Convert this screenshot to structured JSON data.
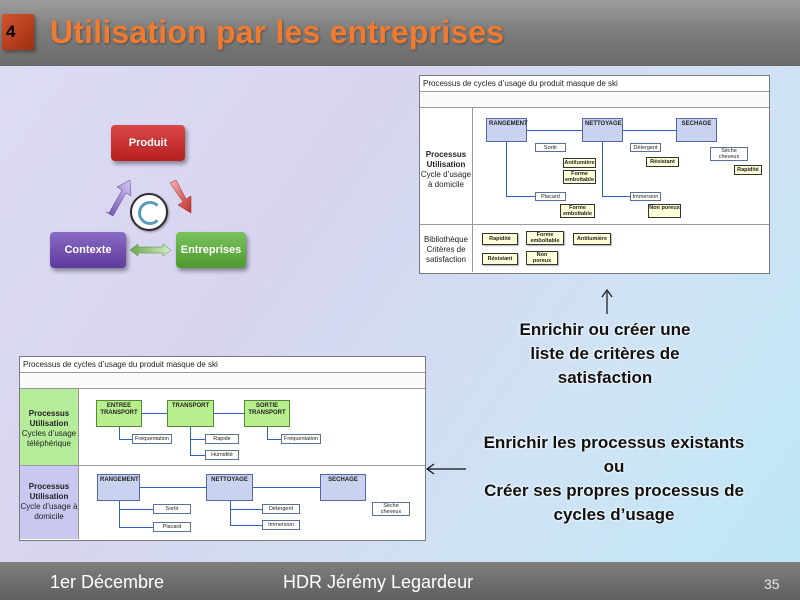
{
  "slide": {
    "badge_number": "4",
    "title": "Utilisation par les entreprises"
  },
  "cycle": {
    "produit": "Produit",
    "contexte": "Contexte",
    "entreprises": "Entreprises"
  },
  "panel_top": {
    "caption": "Processus de cycles d’usage du produit masque de ski",
    "row1_title": "Processus Utilisation",
    "row1_subtitle": "Cycle d’usage à domicile",
    "row2_title": "Bibliothèque Critères de satisfaction",
    "main_nodes": [
      "RANGEMENT",
      "NETTOYAGE",
      "SECHAGE"
    ],
    "sub_nodes": [
      "Sortir",
      "Placard",
      "Détergent",
      "Immersion",
      "Sèche cheveux"
    ],
    "criteria_nodes": [
      "Antilumière",
      "Forme emboîtable",
      "Forme emboîtable",
      "Résistant",
      "Rapidité",
      "Non poreux"
    ],
    "library_nodes": [
      "Rapidité",
      "Forme emboîtable",
      "Antilumière",
      "Résistant",
      "Non poreux"
    ]
  },
  "panel_bottom": {
    "caption": "Processus de cycles d’usage du produit masque de ski",
    "row1_title": "Processus Utilisation",
    "row1_subtitle": "Cycles d’usage téléphérique",
    "row2_title": "Processus Utilisation",
    "row2_subtitle": "Cycle d’usage à domicile",
    "row1_nodes": [
      "ENTREE TRANSPORT",
      "TRANSPORT",
      "SORTIE TRANSPORT"
    ],
    "row1_subs": [
      "Fréquentation",
      "Rapide",
      "Humidité",
      "Fréquentation"
    ],
    "row2_nodes": [
      "RANGEMENT",
      "NETTOYAGE",
      "SECHAGE"
    ],
    "row2_subs": [
      "Sortir",
      "Placard",
      "Détergent",
      "Immersion",
      "Sèche cheveux"
    ]
  },
  "callouts": {
    "criteria": [
      "Enrichir ou créer une",
      "liste de critères de",
      "satisfaction"
    ],
    "processes": [
      "Enrichir les processus existants",
      "ou",
      "Créer ses propres processus de",
      "cycles d’usage"
    ]
  },
  "footer": {
    "date": "1er Décembre",
    "author": "HDR Jérémy Legardeur",
    "page": "35"
  }
}
